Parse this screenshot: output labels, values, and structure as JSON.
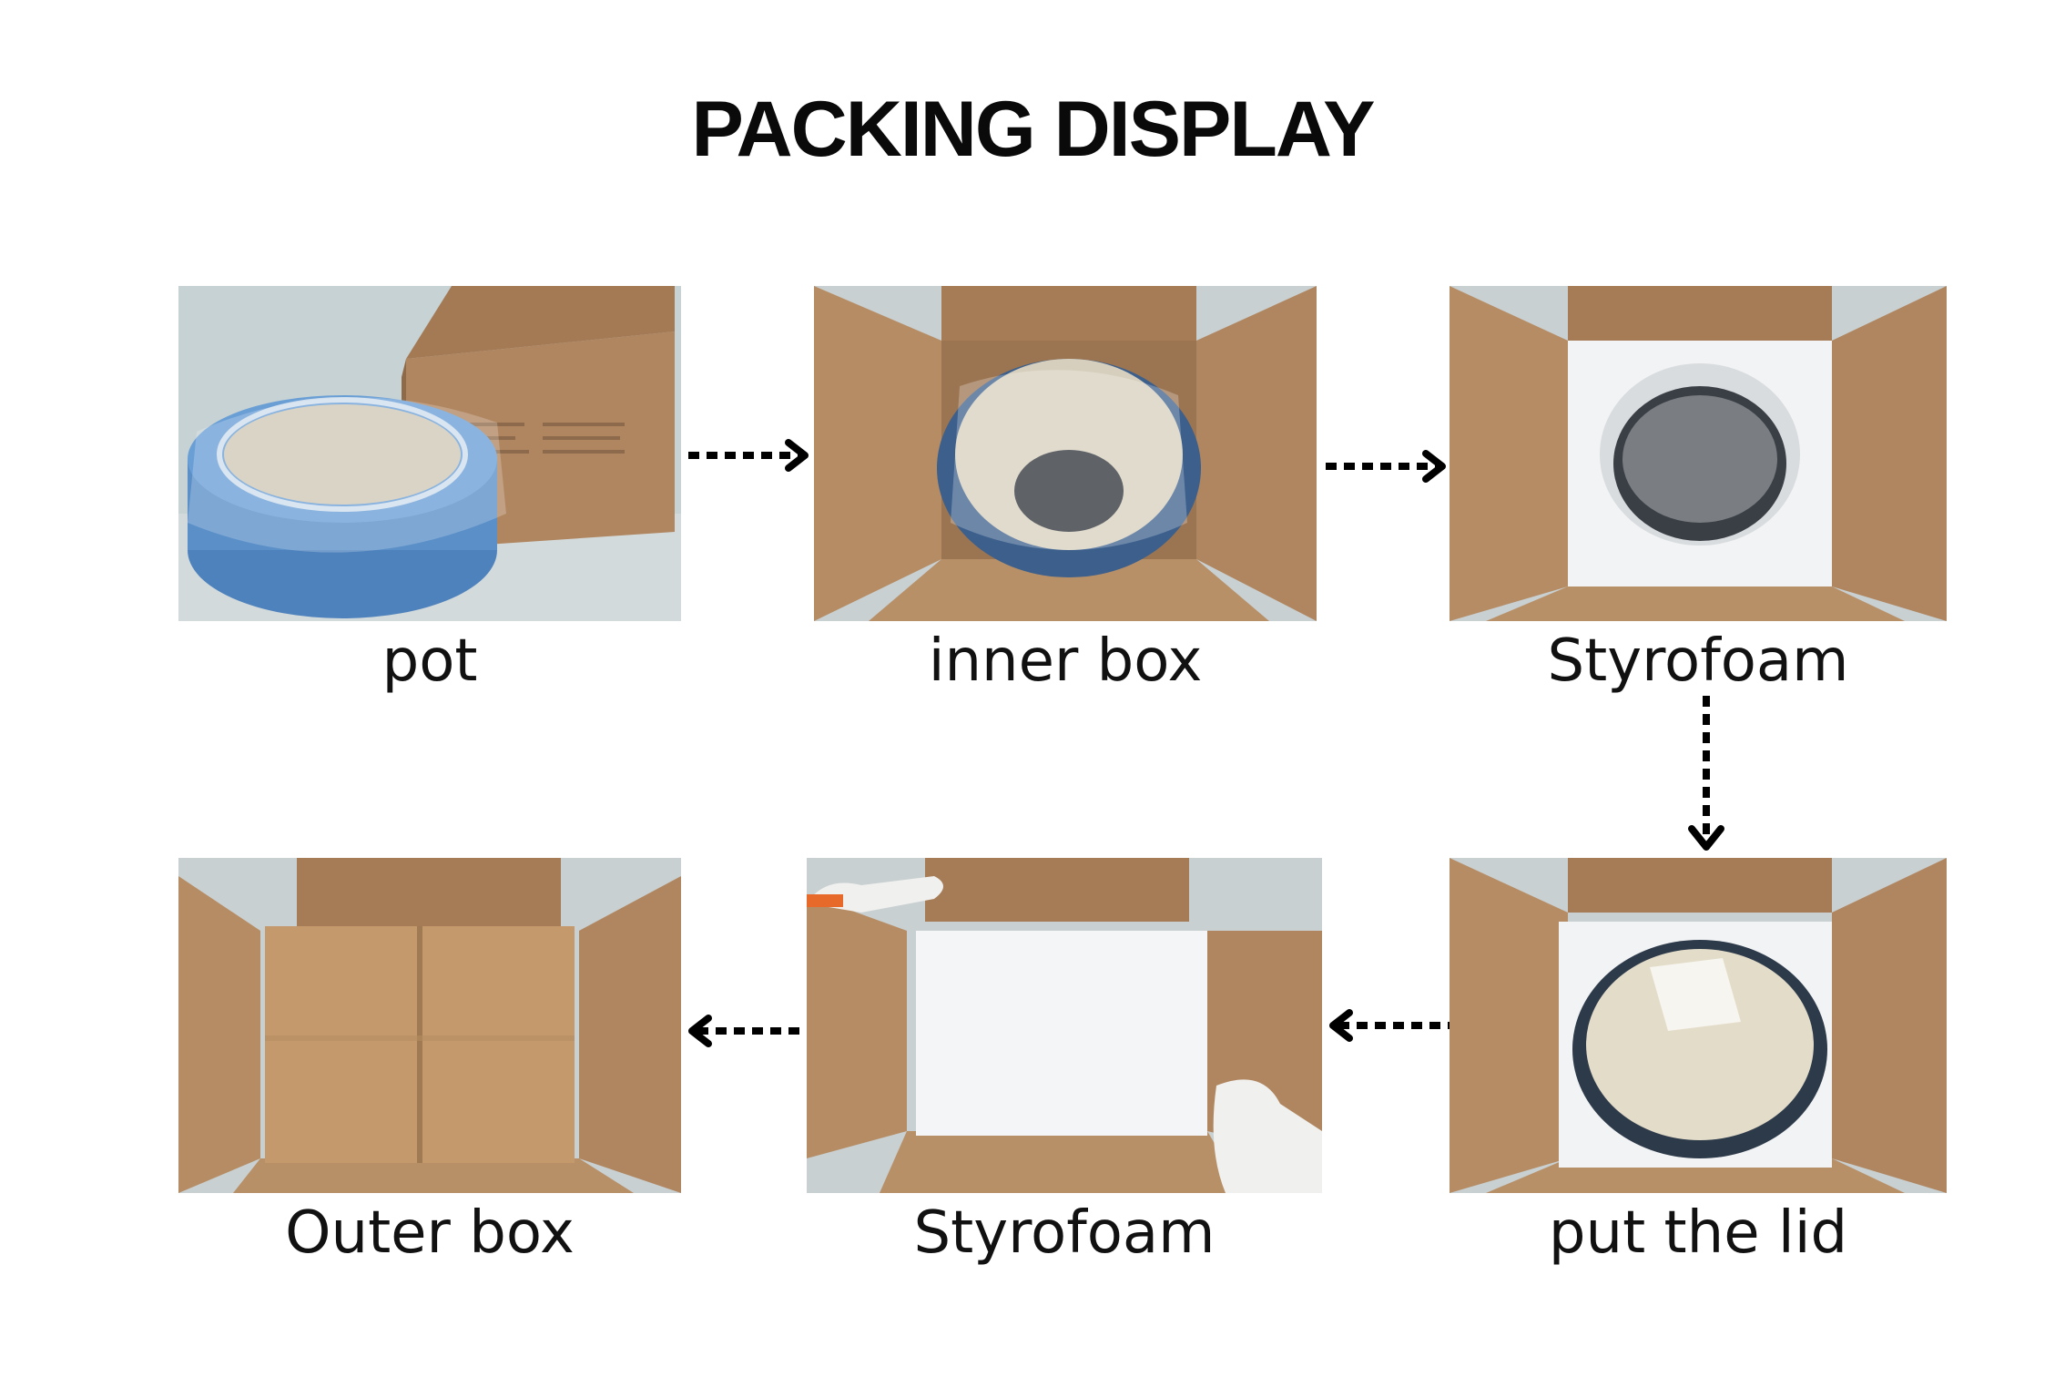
{
  "title": "PACKING DISPLAY",
  "steps": [
    {
      "label": "pot"
    },
    {
      "label": "inner box"
    },
    {
      "label": "Styrofoam"
    },
    {
      "label": "put the lid"
    },
    {
      "label": "Styrofoam"
    },
    {
      "label": "Outer box"
    }
  ],
  "colors": {
    "cardboard": "#b38a62",
    "cardboard_dark": "#8e6a48",
    "foam": "#f3f4f5",
    "pot_blue": "#5a8fc8",
    "background": "#ffffff"
  }
}
